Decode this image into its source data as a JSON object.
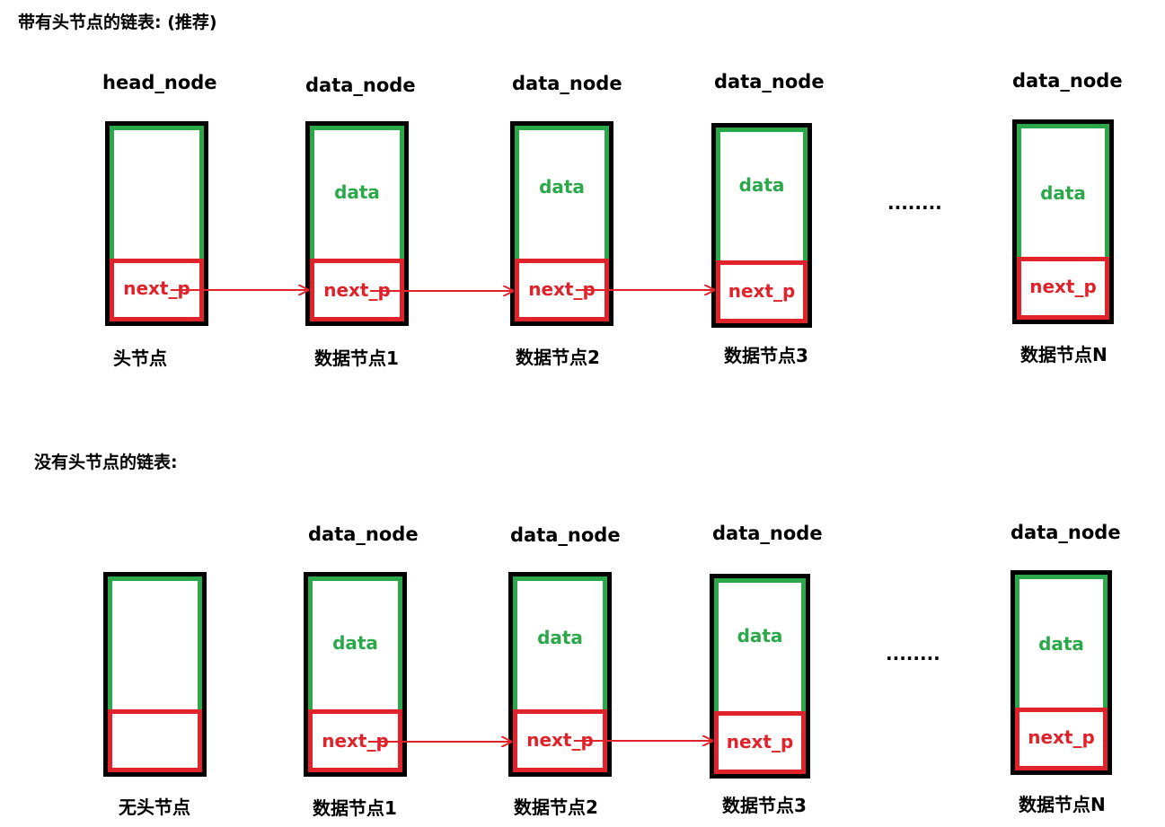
{
  "colors": {
    "data_border": "#2aa84a",
    "next_border": "#e0222b",
    "node_frame": "#000000",
    "arrow": "#e0222b"
  },
  "with_head": {
    "title": "带有头节点的链表: (推荐)",
    "type_labels": [
      "head_node",
      "data_node",
      "data_node",
      "data_node",
      "data_node"
    ],
    "data_labels": [
      "data",
      "data",
      "data",
      "data"
    ],
    "next_label": "next_p",
    "captions": [
      "头节点",
      "数据节点1",
      "数据节点2",
      "数据节点3",
      "数据节点N"
    ],
    "ellipsis": "........"
  },
  "without_head": {
    "title": "没有头节点的链表:",
    "type_labels": [
      "data_node",
      "data_node",
      "data_node",
      "data_node"
    ],
    "data_labels": [
      "data",
      "data",
      "data",
      "data"
    ],
    "next_label": "next_p",
    "captions": [
      "无头节点",
      "数据节点1",
      "数据节点2",
      "数据节点3",
      "数据节点N"
    ],
    "ellipsis": "........"
  }
}
